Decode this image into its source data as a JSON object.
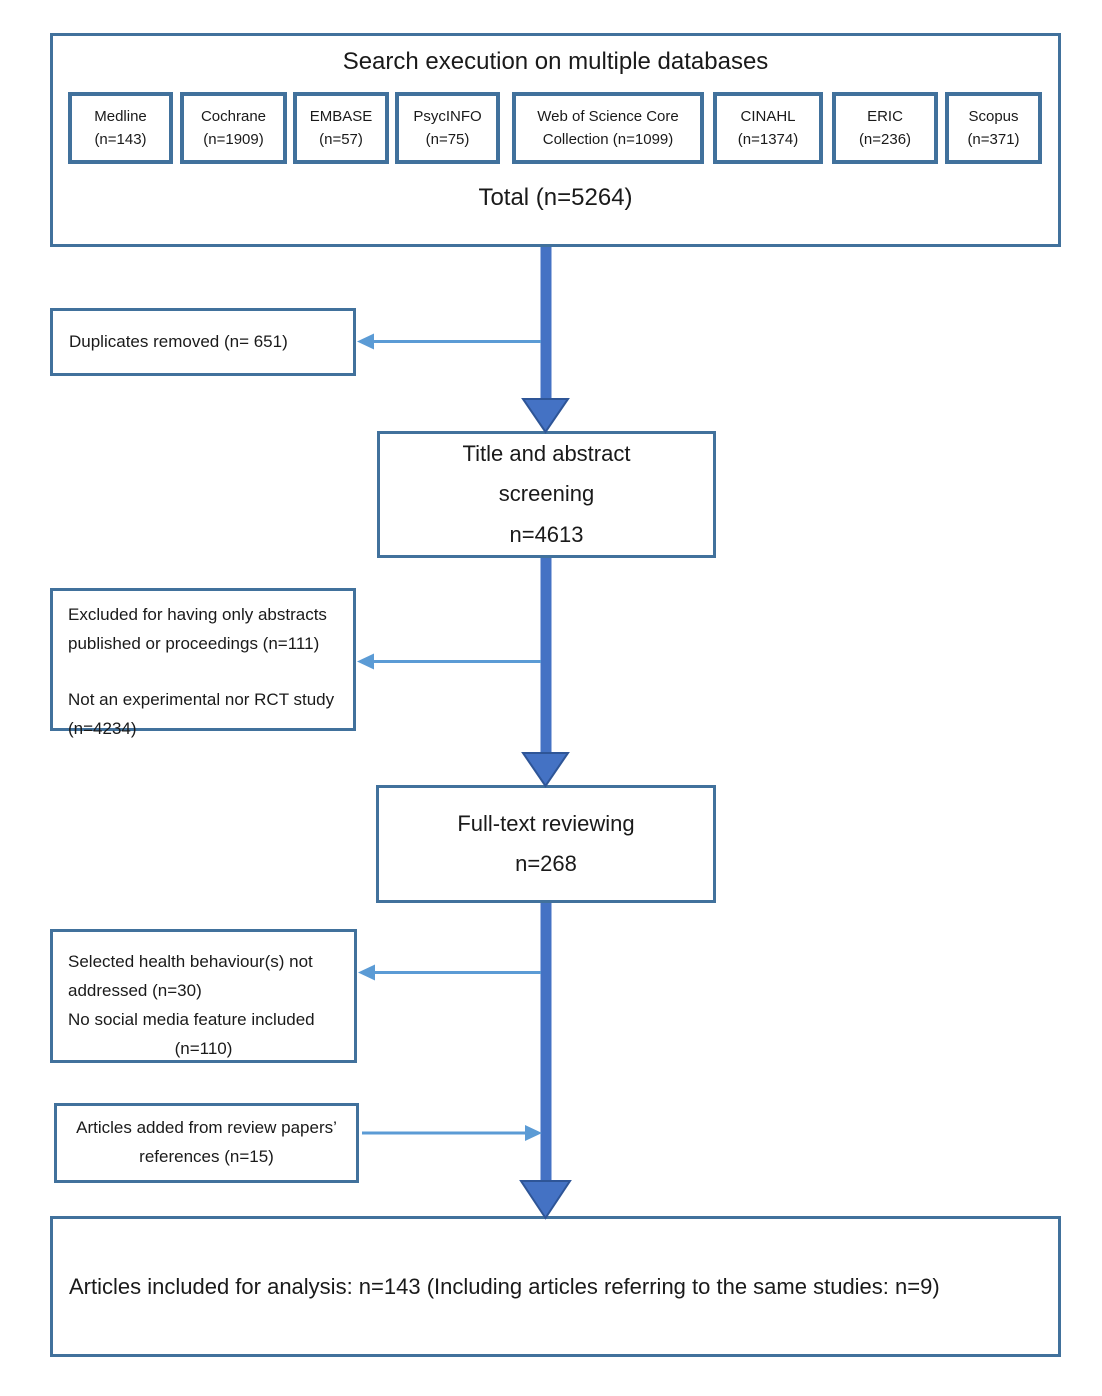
{
  "colors": {
    "box_border": "#41719C",
    "main_arrow": "#4472C4",
    "main_arrow_edge": "#2E5597",
    "side_arrow": "#5B9BD5",
    "text": "#1a1a1a",
    "background": "#ffffff"
  },
  "top": {
    "title": "Search execution on multiple databases",
    "total": "Total (n=5264)",
    "databases": [
      {
        "line1": "Medline",
        "line2": "(n=143)"
      },
      {
        "line1": "Cochrane",
        "line2": "(n=1909)"
      },
      {
        "line1": "EMBASE",
        "line2": "(n=57)"
      },
      {
        "line1": "PsycINFO",
        "line2": "(n=75)"
      },
      {
        "line1": "Web of Science Core",
        "line2": "Collection (n=1099)"
      },
      {
        "line1": "CINAHL",
        "line2": "(n=1374)"
      },
      {
        "line1": "ERIC",
        "line2": "(n=236)"
      },
      {
        "line1": "Scopus",
        "line2": "(n=371)"
      }
    ]
  },
  "flow": {
    "screening": {
      "lines": [
        "Title and abstract",
        "screening",
        "n=4613"
      ]
    },
    "fulltext": {
      "lines": [
        "Full-text reviewing",
        "n=268"
      ]
    },
    "included": "Articles included for analysis: n=143 (Including articles referring to the same studies: n=9)"
  },
  "side": {
    "duplicates": "Duplicates removed (n= 651)",
    "excluded": {
      "lines": [
        "Excluded for having only abstracts",
        "published or proceedings (n=111)",
        "Not an experimental nor RCT study",
        "(n=4234)"
      ]
    },
    "fulltext_excluded": {
      "lines": [
        "Selected health behaviour(s) not",
        "addressed (n=30)",
        "No social media feature included",
        "(n=110)"
      ]
    },
    "added": {
      "lines": [
        "Articles added from review papers’",
        "references (n=15)"
      ]
    }
  }
}
